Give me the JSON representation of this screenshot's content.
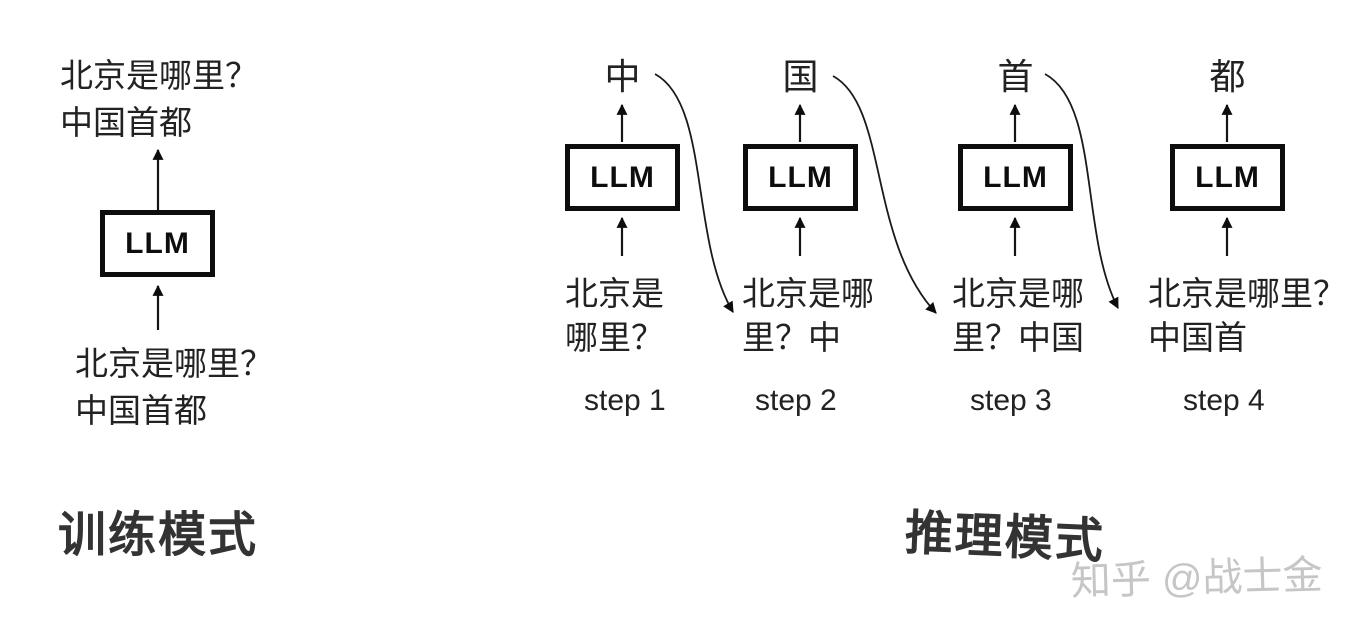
{
  "training": {
    "title": "训练模式",
    "output_line1": "北京是哪里？",
    "output_line2": "中国首都",
    "llm_label": "LLM",
    "input_line1": "北京是哪里？",
    "input_line2": "中国首都"
  },
  "inference": {
    "title": "推理模式",
    "steps": [
      {
        "output": "中",
        "llm_label": "LLM",
        "input_line1": "北京是",
        "input_line2": "哪里？",
        "step_label": "step 1"
      },
      {
        "output": "国",
        "llm_label": "LLM",
        "input_line1": "北京是哪",
        "input_line2": "里？中",
        "step_label": "step 2"
      },
      {
        "output": "首",
        "llm_label": "LLM",
        "input_line1": "北京是哪",
        "input_line2": "里？中国",
        "step_label": "step 3"
      },
      {
        "output": "都",
        "llm_label": "LLM",
        "input_line1": "北京是哪里？",
        "input_line2": "中国首",
        "step_label": "step 4"
      }
    ]
  },
  "watermark": "知乎 @战士金",
  "colors": {
    "text": "#222222",
    "title": "#333333",
    "line": "#0d0d0d",
    "watermark": "#c6c6c6"
  }
}
